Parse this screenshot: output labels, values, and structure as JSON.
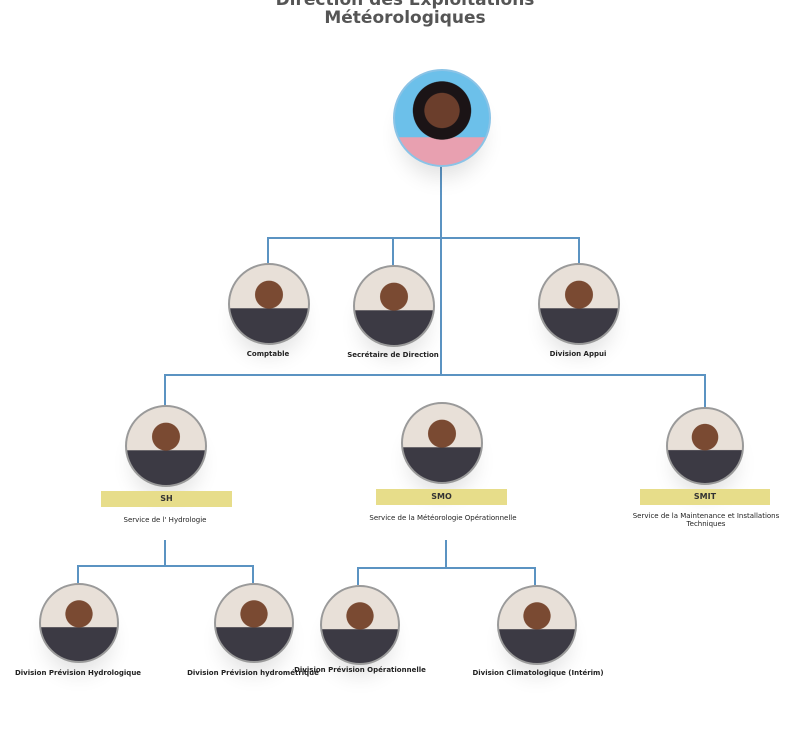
{
  "title": {
    "line1": "Direction des Exploitations",
    "line2": "Météorologiques"
  },
  "colors": {
    "connector": "#5b93c2",
    "badge": "#e7dd8a"
  },
  "level2": [
    {
      "label": "Comptable"
    },
    {
      "label": "Secrétaire de Direction"
    },
    {
      "label": "Division Appui"
    }
  ],
  "services": [
    {
      "code": "SH",
      "name": "Service de l' Hydrologie"
    },
    {
      "code": "SMO",
      "name": "Service de la Météorologie Opérationnelle"
    },
    {
      "code": "SMIT",
      "name": "Service de la Maintenance  et Installations Techniques"
    }
  ],
  "divisions": [
    {
      "label": "Division Prévision Hydrologique"
    },
    {
      "label": "Division Prévision hydrométrique"
    },
    {
      "label": "Division Prévision Opérationnelle"
    },
    {
      "label": "Division Climatologique (Intérim)"
    }
  ]
}
